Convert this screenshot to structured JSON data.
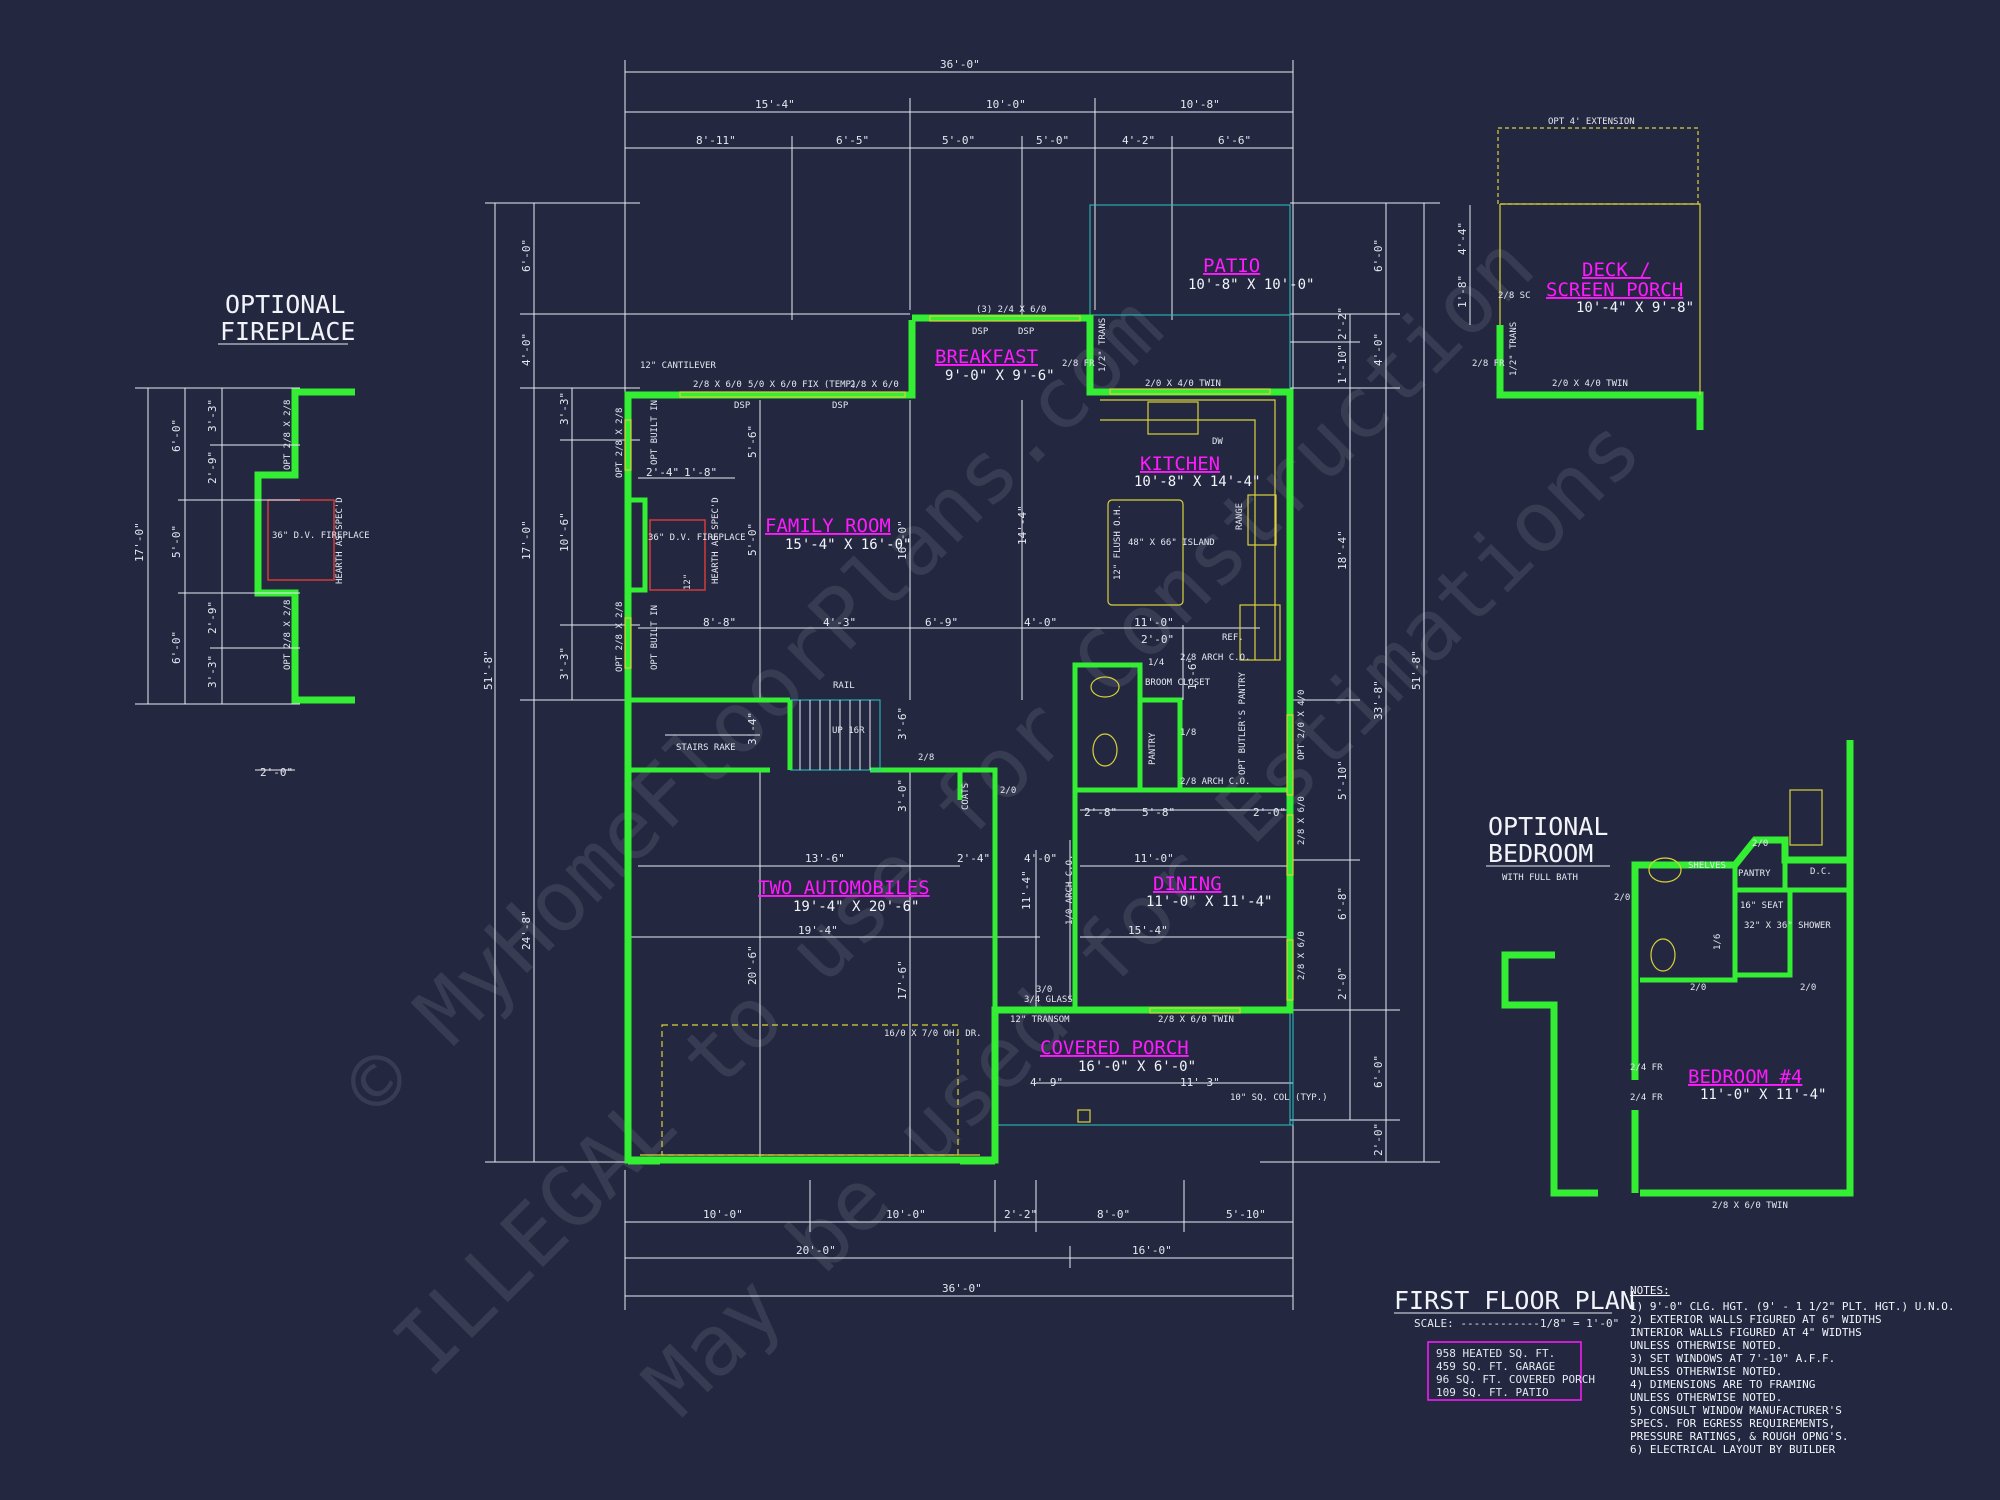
{
  "dimensions": {
    "top": {
      "overall": "36'-0\"",
      "row2": [
        "15'-4\"",
        "10'-0\"",
        "10'-8\""
      ],
      "row3": [
        "8'-11\"",
        "6'-5\"",
        "5'-0\"",
        "5'-0\"",
        "4'-2\"",
        "6'-6\""
      ]
    },
    "bottom": {
      "row1": [
        "10'-0\"",
        "10'-0\"",
        "2'-2\"",
        "8'-0\"",
        "5'-10\""
      ],
      "row2": [
        "20'-0\"",
        "16'-0\""
      ],
      "overall": "36'-0\""
    },
    "left": {
      "overall": "51'-8\"",
      "col2": [
        "6'-0\"",
        "4'-0\"",
        "17'-0\"",
        "24'-8\""
      ],
      "col3": [
        "3'-3\"",
        "10'-6\"",
        "3'-3\""
      ]
    },
    "right": {
      "overall": "51'-8\"",
      "col2": [
        "6'-0\"",
        "4'-0\"",
        "33'-8\"",
        "6'-0\"",
        "2'-0\""
      ],
      "col3": [
        "2'-2\"",
        "1'-10\"",
        "18'-4\"",
        "5'-10\"",
        "6'-8\"",
        "2'-0\""
      ]
    },
    "interior": [
      "2'-4\"",
      "1'-8\"",
      "5'-6\"",
      "5'-0\"",
      "8'-8\"",
      "4'-3\"",
      "6'-9\"",
      "4'-0\"",
      "11'-0\"",
      "14'-4\"",
      "16'-0\"",
      "3'-4\"",
      "3'-6\"",
      "3'-0\"",
      "13'-6\"",
      "2'-4\"",
      "4'-0\"",
      "11'-4\"",
      "2'-8\"",
      "5'-8\"",
      "2'-0\"",
      "11'-0\"",
      "15'-4\"",
      "19'-4\"",
      "20'-6\"",
      "17'-6\"",
      "4'-9\"",
      "11'-3\"",
      "2'-0\"",
      "1'-6\""
    ]
  },
  "rooms": {
    "patio": {
      "name": "PATIO",
      "size": "10'-8\" X 10'-0\""
    },
    "breakfast": {
      "name": "BREAKFAST",
      "size": "9'-0\" X 9'-6\""
    },
    "kitchen": {
      "name": "KITCHEN",
      "size": "10'-8\" X 14'-4\""
    },
    "family": {
      "name": "FAMILY ROOM",
      "size": "15'-4\" X 16'-0\""
    },
    "garage": {
      "name": "TWO AUTOMOBILES",
      "size": "19'-4\" X 20'-6\""
    },
    "dining": {
      "name": "DINING",
      "size": "11'-0\" X 11'-4\""
    },
    "porch": {
      "name": "COVERED PORCH",
      "size": "16'-0\" X 6'-0\""
    },
    "deck": {
      "name1": "DECK /",
      "name2": "SCREEN PORCH",
      "size": "10'-4\" X 9'-8\""
    },
    "bedroom4": {
      "name": "BEDROOM #4",
      "size": "11'-0\" X 11'-4\""
    }
  },
  "labels": {
    "cantilever": "12\" CANTILEVER",
    "win_breakfast": "(3) 2/4 X 6/0",
    "dsp": "DSP",
    "win_family_1": "2/8 X 6/0",
    "win_family_fix": "5/0 X 6/0 FIX (TEMP)",
    "win_family_2": "2/8 X 6/0",
    "door_2_8_fr": "2/8 FR",
    "transom_1": "1/2\" TRANS",
    "win_kitchen": "2/0 X 4/0 TWIN",
    "dw": "DW",
    "range": "RANGE",
    "island": "48\" X 66\" ISLAND",
    "flush_oh": "12\" FLUSH O.H.",
    "ref": "REF.",
    "arch_co_1": "2/8 ARCH C.O.",
    "arch_co_2": "2/8 ARCH C.O.",
    "broom": "BROOM CLOSET",
    "pantry": "PANTRY",
    "butlers": "OPT BUTLER'S PANTRY",
    "one_eight": "1/8",
    "one_four": "1/4",
    "win_side": "OPT 2/0 X 4/0",
    "win_dining_1": "2/8 X 6/0",
    "win_dining_2": "2/8 X 6/0",
    "opt_built_in": "OPT BUILT IN",
    "opt_win_28": "OPT 2/8 X 2/8",
    "fireplace_dv": "36\" D.V. FIREPLACE",
    "hearth": "HEARTH AS SPEC'D",
    "twelve": "12\"",
    "rail": "RAIL",
    "stairs_rake": "STAIRS RAKE",
    "up_16r": "UP 16R",
    "coats": "COATS",
    "door_2_8": "2/8",
    "door_2_0": "2/0",
    "arch_co_dining": "1/0 ARCH C.O.",
    "garage_door": "16/0 X 7/0 OH. DR.",
    "door_3_0": "3/0",
    "glass": "3/4 GLASS",
    "transom_2": "12\" TRANSOM",
    "win_porch": "2/8 X 6/0 TWIN",
    "column": "10\" SQ. COL (TYP.)",
    "opt_ext": "OPT 4' EXTENSION",
    "deck_sc": "2/8 SC",
    "deck_trans": "1/2\" TRANS",
    "deck_fr": "2/8 FR",
    "deck_win": "2/0 X 4/0 TWIN",
    "deck_dims": [
      "4'-4\"",
      "1'-8\""
    ],
    "fp_title_1": "OPTIONAL",
    "fp_title_2": "FIREPLACE",
    "fp_dims": [
      "6'-0\"",
      "5'-0\"",
      "6'-0\"",
      "17'-0\"",
      "3'-3\"",
      "2'-9\"",
      "2'-9\"",
      "3'-3\"",
      "2'-0\""
    ],
    "br_title_1": "OPTIONAL",
    "br_title_2": "BEDROOM",
    "br_sub": "WITH FULL BATH",
    "br_shelves": "SHELVES",
    "br_pantry": "PANTRY",
    "br_dc": "D.C.",
    "br_seat": "16\" SEAT",
    "br_shower": "32\" X 36\" SHOWER",
    "br_door_2_0": "2/0",
    "br_door_2_4fr": "2/4 FR",
    "br_door_1_6": "1/6",
    "br_win": "2/8 X 6/0 TWIN"
  },
  "title": {
    "name": "FIRST FLOOR PLAN",
    "scale": "SCALE: ------------1/8\" = 1'-0\""
  },
  "areas": [
    "958 HEATED SQ. FT.",
    "459 SQ. FT. GARAGE",
    "96 SQ. FT. COVERED PORCH",
    "109 SQ. FT. PATIO"
  ],
  "notes": {
    "heading": "NOTES:",
    "lines": [
      "1)  9'-0\" CLG. HGT. (9' - 1 1/2\" PLT. HGT.) U.N.O.",
      "2)  EXTERIOR WALLS FIGURED AT 6\" WIDTHS",
      "     INTERIOR WALLS FIGURED AT 4\" WIDTHS",
      "     UNLESS OTHERWISE NOTED.",
      "3)  SET WINDOWS AT 7'-10\" A.F.F.",
      "     UNLESS OTHERWISE NOTED.",
      "4)  DIMENSIONS ARE TO FRAMING",
      "     UNLESS OTHERWISE NOTED.",
      "5)  CONSULT WINDOW MANUFACTURER'S",
      "     SPECS. FOR EGRESS REQUIREMENTS,",
      "     PRESSURE RATINGS, & ROUGH OPNG'S.",
      "6)  ELECTRICAL LAYOUT BY BUILDER"
    ]
  },
  "watermark": [
    "© MyHomeFloorPlans.com",
    "ILLEGAL to use for Construction",
    "May be used for Estimations"
  ]
}
